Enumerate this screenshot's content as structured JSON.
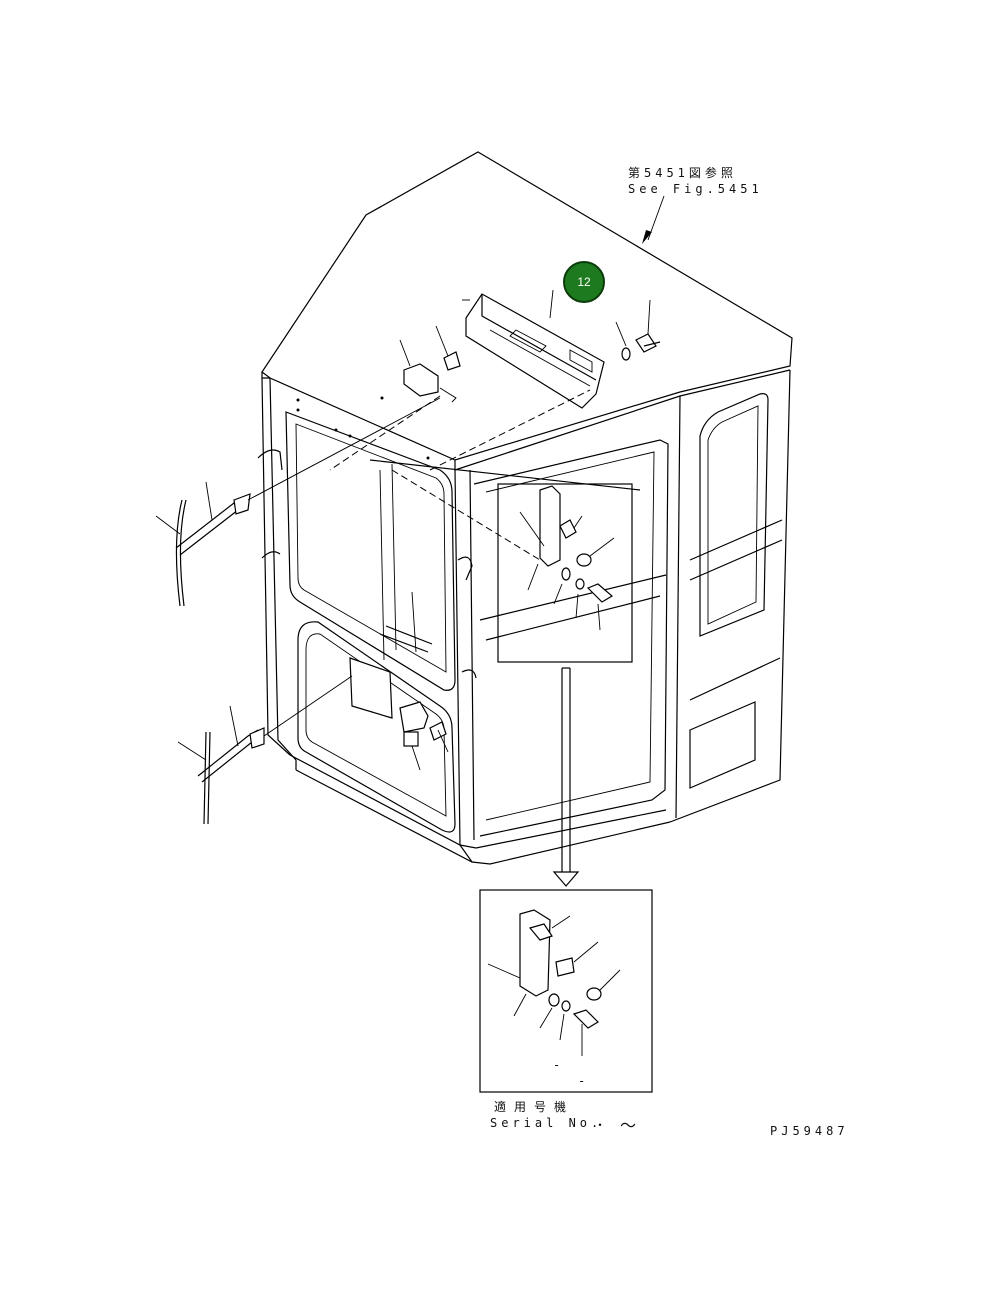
{
  "references": {
    "see_fig_jp": "第5451図参照",
    "see_fig_en": "See Fig.5451"
  },
  "callout": {
    "number": "12",
    "color": "#1e7a1e",
    "border": "#0b3d0b"
  },
  "serial": {
    "label_jp": "適用号機",
    "label_en": "Serial No.",
    "separator": "・",
    "range_mark": "～"
  },
  "detail_marks": {
    "dash_a": "-",
    "dash_b": "-"
  },
  "drawing_code": "PJ59487"
}
